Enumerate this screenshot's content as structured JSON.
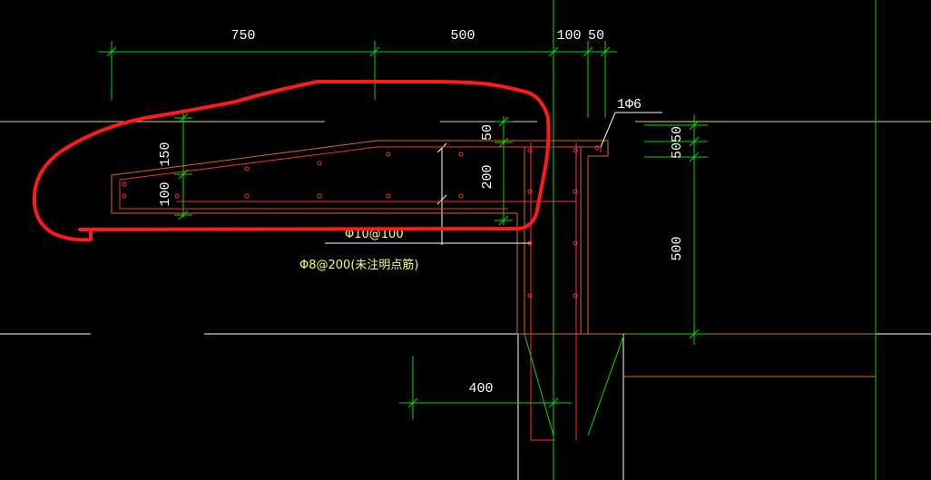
{
  "drawing": {
    "dimensions": {
      "top_750": "750",
      "top_500": "500",
      "top_100": "100",
      "top_50": "50",
      "v_50": "50",
      "v_150": "150",
      "v_100": "100",
      "v_200": "200",
      "right_5050": "5050",
      "right_500": "500",
      "bottom_400": "400"
    },
    "notes": {
      "bar_label_1phi6": "1Φ6",
      "main_bar": "Φ10@100",
      "dist_bar": "Φ8@200(未注明点筋)"
    },
    "colors": {
      "background": "#000000",
      "dimension": "#00e000",
      "outline": "#e06820",
      "rebar": "#ff3030",
      "cloud": "#ff1a1a",
      "note": "#ffff66"
    }
  }
}
